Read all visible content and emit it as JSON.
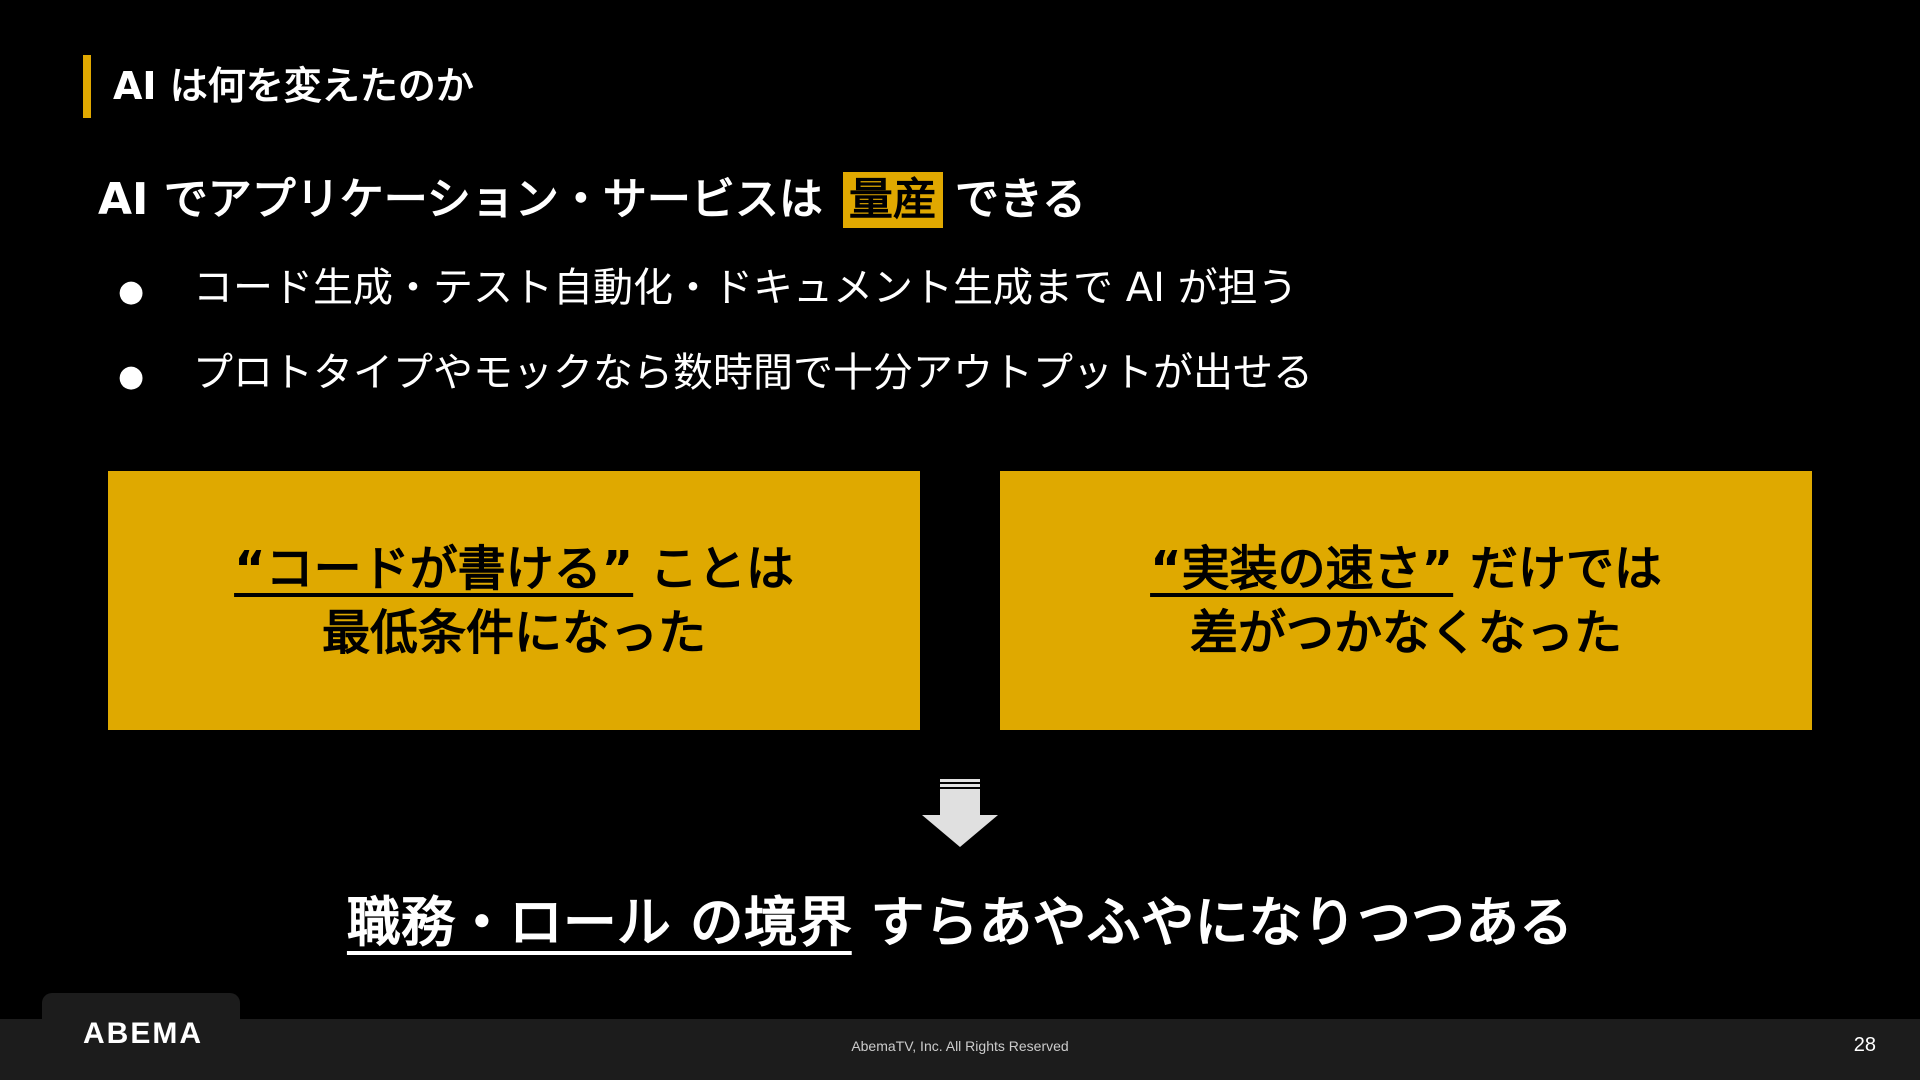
{
  "slide": {
    "title": "AI は何を変えたのか",
    "headline": {
      "prefix": "AI でアプリケーション・サービスは",
      "highlight": "量産",
      "suffix": "できる"
    },
    "bullets": [
      "コード生成・テスト自動化・ドキュメント生成まで AI が担う",
      "プロトタイプやモックなら数時間で十分アウトプットが出せる"
    ],
    "bullet_glyph": "●",
    "boxes": [
      {
        "underlined": "“コードが書ける”",
        "rest": " ことは",
        "line2": "最低条件になった"
      },
      {
        "underlined": "“実装の速さ”",
        "rest": " だけでは",
        "line2": "差がつかなくなった"
      }
    ],
    "conclusion": {
      "underlined": "職務・ロール の境界",
      "rest": " すらあやふやになりつつある"
    }
  },
  "footer": {
    "logo": "ABEMA",
    "copyright": "AbemaTV, Inc. All Rights Reserved",
    "page_number": "28"
  },
  "colors": {
    "accent": "#E0A800",
    "background": "#000000",
    "footer": "#1c1c1c"
  }
}
